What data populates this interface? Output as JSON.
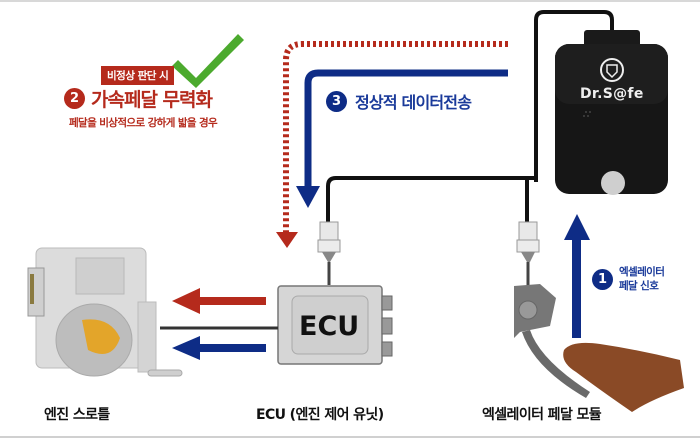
{
  "diagram": {
    "step1": {
      "number": "1",
      "label_line1": "엑셀레이터",
      "label_line2": "페달 신호"
    },
    "step2": {
      "badge": "비정상 판단 시",
      "number": "2",
      "label": "가속페달 무력화",
      "sub": "페달을 비상적으로 강하게 밟을 경우"
    },
    "step3": {
      "number": "3",
      "label": "정상적 데이터전송"
    },
    "device": {
      "brand": "Dr.S@fe"
    },
    "ecu": {
      "text": "ECU"
    },
    "captions": {
      "throttle": "엔진 스로틀",
      "ecu": "ECU (엔진 제어 유닛)",
      "pedal": "엑셀레이터 페달 모듈"
    },
    "colors": {
      "red": "#b52a1c",
      "blue": "#0e2c86",
      "check_green": "#4caa2e",
      "shoe_brown": "#8a4a26"
    }
  }
}
